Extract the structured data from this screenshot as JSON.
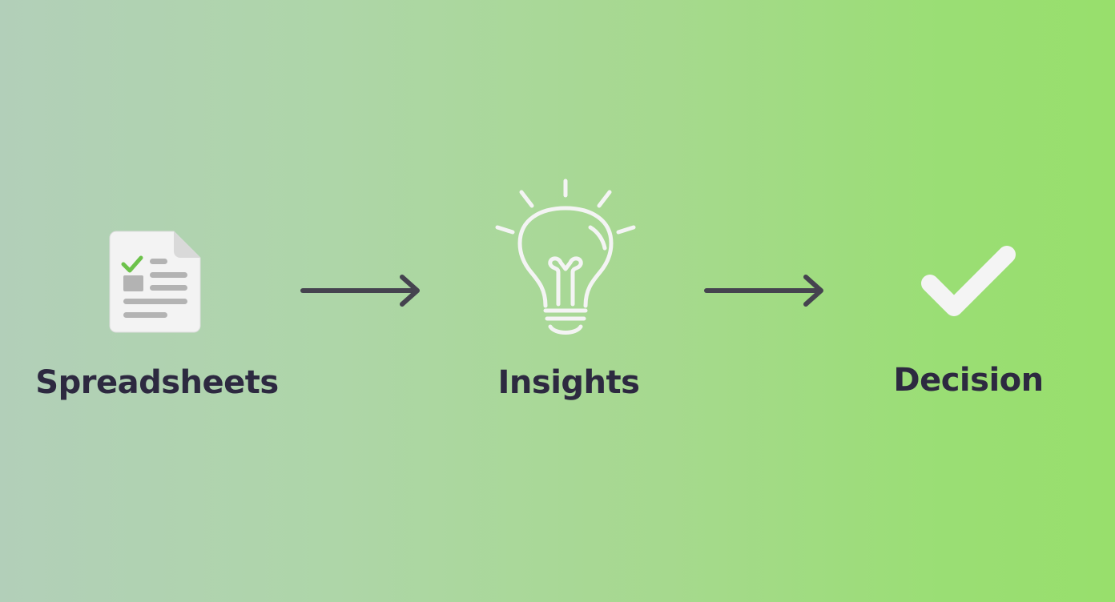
{
  "diagram": {
    "type": "flow",
    "direction": "left-to-right",
    "steps": [
      {
        "label": "Spreadsheets",
        "icon": "spreadsheet-document-icon"
      },
      {
        "label": "Insights",
        "icon": "lightbulb-icon"
      },
      {
        "label": "Decision",
        "icon": "checkmark-icon"
      }
    ],
    "connectors": [
      {
        "from": "Spreadsheets",
        "to": "Insights",
        "icon": "arrow-right-icon"
      },
      {
        "from": "Insights",
        "to": "Decision",
        "icon": "arrow-right-icon"
      }
    ]
  },
  "colors": {
    "background_left": "#b2cfb9",
    "background_right": "#98df6c",
    "text": "#2d2940",
    "arrow": "#45434f",
    "icon_white": "#f4f4f4",
    "doc_gray": "#b0b0b0",
    "check_green": "#6cc24a"
  }
}
